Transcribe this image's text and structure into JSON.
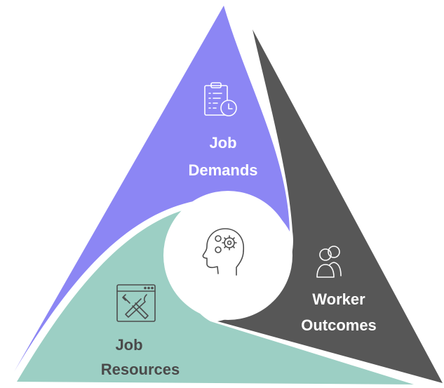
{
  "diagram": {
    "segments": {
      "demands": {
        "line1": "Job",
        "line2": "Demands",
        "color": "#8C86F4",
        "icon": "clipboard-clock-icon"
      },
      "outcomes": {
        "line1": "Worker",
        "line2": "Outcomes",
        "color": "#575757",
        "icon": "people-icon"
      },
      "resources": {
        "line1": "Job",
        "line2": "Resources",
        "color": "#9CCFC4",
        "icon": "tools-window-icon"
      }
    },
    "center": {
      "icon": "head-gears-icon",
      "color": "#ffffff"
    }
  }
}
